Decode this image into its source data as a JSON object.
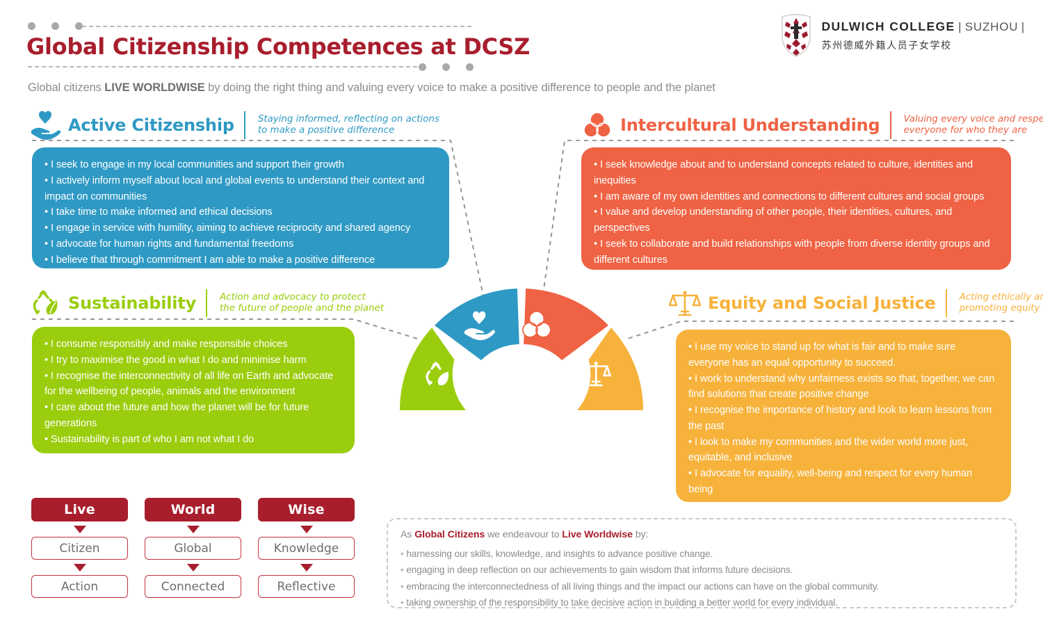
{
  "header": {
    "title": "Global Citizenship Competences at DCSZ",
    "subtitle_pre": "Global citizens ",
    "subtitle_bold": "LIVE WORLDWISE",
    "subtitle_post": " by doing the right thing and valuing every voice to make a positive difference to people and the planet",
    "logo": {
      "main": "DULWICH COLLEGE",
      "divider_left": "|",
      "suzhou": "SUZHOU",
      "divider_right": "|",
      "chinese": "苏州德威外籍人员子女学校",
      "crest_icon": "dulwich-crest-icon"
    },
    "dots_color": "#a9a9a9",
    "title_color": "#A81E2D"
  },
  "competences": [
    {
      "id": "active-citizenship",
      "title": "Active Citizenship",
      "description": "Staying informed, reflecting on actions\nto make a positive difference",
      "description_line1": "Staying informed, reflecting on actions",
      "description_line2": "to make a positive difference",
      "color": "#2E99C4",
      "icon": "hand-holding-heart-icon",
      "items": [
        "I seek to engage in my local communities and support their growth",
        "I actively inform myself about local and global events to understand their context and impact on communities",
        "I take time to make informed and ethical decisions",
        "I engage in service with humility, aiming to achieve reciprocity and shared agency",
        "I advocate for human rights and fundamental freedoms",
        "I believe that through commitment I am able to make a positive difference"
      ]
    },
    {
      "id": "intercultural-understanding",
      "title": "Intercultural Understanding",
      "description_line1": "Valuing every voice and respecting",
      "description_line2": "everyone for who they are",
      "color": "#EF6243",
      "icon": "three-circles-venn-icon",
      "items": [
        "I seek knowledge about and to understand concepts related to culture, identities and inequities",
        "I am aware of my own identities and connections to different cultures and social groups",
        "I value and develop understanding of other people, their identities, cultures, and perspectives",
        "I seek to collaborate and build relationships with people from diverse identity groups and different cultures"
      ]
    },
    {
      "id": "sustainability",
      "title": "Sustainability",
      "description_line1": "Action and advocacy to protect",
      "description_line2": "the future of people and the planet",
      "color": "#9ACD0D",
      "icon": "recycle-leaf-icon",
      "items": [
        "I consume responsibly and make responsible choices",
        "I try to maximise the good in what I do and minimise harm",
        "I recognise the interconnectivity of all life on Earth and advocate for the wellbeing of people, animals and the environment",
        "I care about the future and how the planet will be for future generations",
        "Sustainability is part of who I am not what I do"
      ]
    },
    {
      "id": "equity-and-social-justice",
      "title": "Equity and Social Justice",
      "description_line1": "Acting ethically and",
      "description_line2": "promoting equity",
      "color": "#F7B23B",
      "icon": "scales-of-justice-icon",
      "items": [
        "I use my voice to stand up for what is fair and to make sure everyone has an equal opportunity to succeed.",
        "I work to understand why unfairness exists so that, together, we can find solutions that create positive change",
        "I recognise the importance of history and look to learn lessons from the past",
        "I look to make my communities and the wider world more just, equitable, and inclusive",
        "I advocate for equality, well-being and respect for every human being"
      ]
    }
  ],
  "arc": {
    "segments": [
      {
        "label": "sustainability",
        "color": "#9ACD0D",
        "icon": "recycle-leaf-icon"
      },
      {
        "label": "active-citizenship",
        "color": "#2E99C4",
        "icon": "hand-holding-heart-icon"
      },
      {
        "label": "intercultural-understanding",
        "color": "#EF6243",
        "icon": "three-circles-venn-icon"
      },
      {
        "label": "equity-and-social-justice",
        "color": "#F7B23B",
        "icon": "scales-of-justice-icon"
      }
    ]
  },
  "live_world_wise": {
    "accent_color": "#A81E2D",
    "columns": [
      {
        "head": "Live",
        "cells": [
          "Citizen",
          "Action"
        ]
      },
      {
        "head": "World",
        "cells": [
          "Global",
          "Connected"
        ]
      },
      {
        "head": "Wise",
        "cells": [
          "Knowledge",
          "Reflective"
        ]
      }
    ]
  },
  "endeavour": {
    "lead_as": "As ",
    "lead_global_citizens": "Global Citizens",
    "lead_mid": " we endeavour to ",
    "lead_live_worldwise": "Live Worldwise",
    "lead_by": " by:",
    "items": [
      "harnessing our skills, knowledge, and insights to advance positive change.",
      "engaging in deep reflection on our achievements to gain wisdom that informs future decisions.",
      "embracing the interconnectedness of all living things and the impact our actions can have on the global community.",
      "taking ownership of the responsibility to take decisive action in building a better world for every individual."
    ]
  }
}
